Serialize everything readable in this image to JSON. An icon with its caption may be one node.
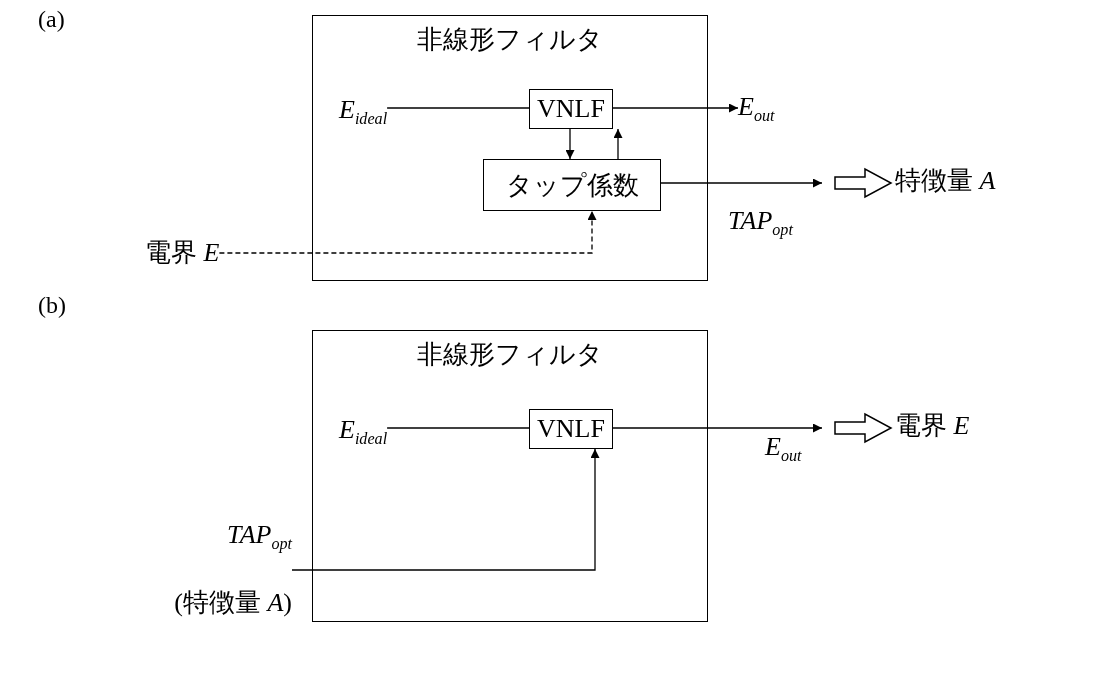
{
  "diagram": {
    "nodes": [
      {
        "text": [
          "非線形フィルタ"
        ]
      },
      {
        "text": [
          "E$_{ideal}$"
        ],
        "in": 0
      },
      {
        "text": [
          "VNLF"
        ],
        "in": 0
      },
      {
        "text": [
          "E$_{out}$"
        ]
      },
      {
        "text": [
          "タップ係数"
        ],
        "in": 0
      },
      {
        "text": [
          "特徴量 *A*"
        ]
      },
      {
        "text": [
          "電界 *E*"
        ]
      },
      {
        "text": [
          "非線形フィルタ"
        ]
      },
      {
        "text": [
          "E$_{ideal}$"
        ],
        "in": 7
      },
      {
        "text": [
          "VNLF"
        ],
        "in": 7
      },
      {
        "text": [
          "電界 *E*"
        ]
      },
      {
        "text": [
          "TAP$_{opt}$",
          "(特徴量 *A*)"
        ]
      }
    ],
    "edges": [
      {
        "from": 1,
        "to": 2,
        "arrow": "none"
      },
      {
        "from": 2,
        "to": 3,
        "arrow": "to"
      },
      {
        "from": 2,
        "to": 4,
        "arrow": "to"
      },
      {
        "from": 4,
        "to": 2,
        "arrow": "to"
      },
      {
        "from": 4,
        "to": null,
        "arrow": "to",
        "label": "TAP$_{opt}$"
      },
      {
        "from": null,
        "to": 5,
        "arrow": "to",
        "style": "thick"
      },
      {
        "from": 6,
        "to": 4,
        "arrow": "to",
        "style": "dashed"
      },
      {
        "from": 8,
        "to": 9,
        "arrow": "none"
      },
      {
        "from": 9,
        "to": null,
        "arrow": "to",
        "label": "E$_{out}$"
      },
      {
        "from": null,
        "to": 10,
        "arrow": "to",
        "style": "thick"
      },
      {
        "from": 11,
        "to": 9,
        "arrow": "to"
      }
    ],
    "labels": [
      "(a)",
      "(b)"
    ]
  }
}
